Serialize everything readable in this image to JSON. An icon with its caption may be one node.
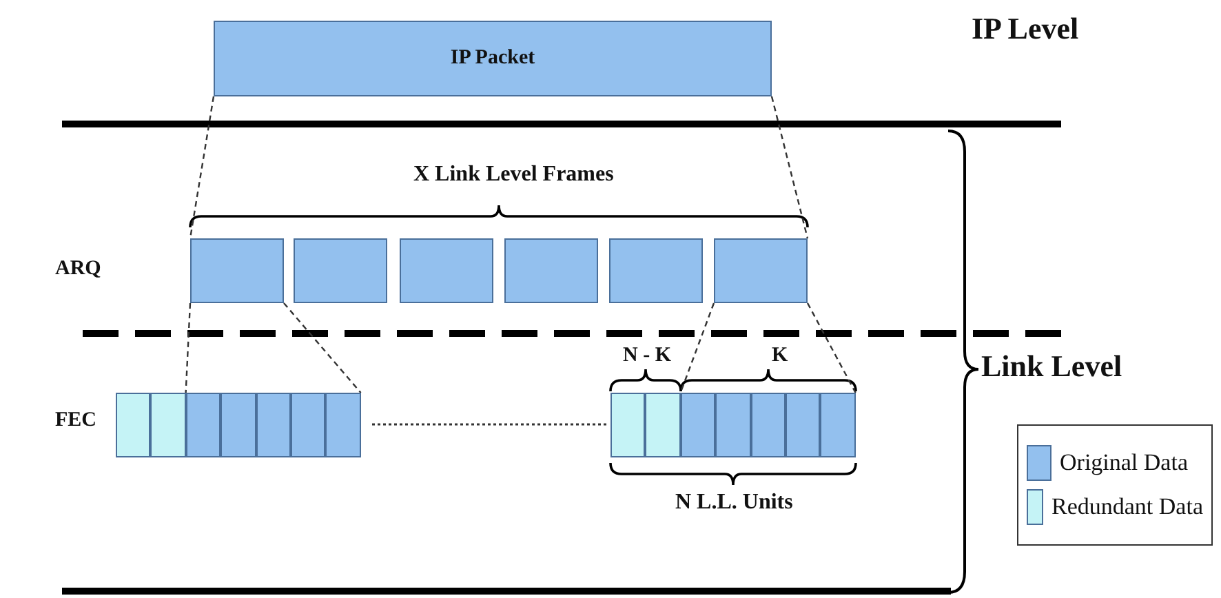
{
  "diagram": {
    "nodes": [
      {
        "text": [
          "IP Packet"
        ]
      },
      {
        "text": [],
        "shape": "box"
      },
      {
        "text": [],
        "shape": "box"
      },
      {
        "text": [],
        "shape": "box"
      },
      {
        "text": [],
        "shape": "box"
      },
      {
        "text": [],
        "shape": "box"
      },
      {
        "text": [],
        "shape": "box"
      },
      {
        "text": [],
        "shape": "box"
      },
      {
        "text": [],
        "shape": "box"
      },
      {
        "text": [],
        "shape": "box"
      },
      {
        "text": [],
        "shape": "box"
      },
      {
        "text": [],
        "shape": "box"
      },
      {
        "text": [],
        "shape": "box"
      },
      {
        "text": [],
        "shape": "box"
      },
      {
        "text": [],
        "shape": "box"
      },
      {
        "text": [],
        "shape": "box"
      },
      {
        "text": [],
        "shape": "box"
      },
      {
        "text": [],
        "shape": "box"
      },
      {
        "text": [],
        "shape": "box"
      },
      {
        "text": [],
        "shape": "box"
      },
      {
        "text": [],
        "shape": "box"
      }
    ],
    "edges": [
      {
        "from": 0,
        "to": 1,
        "arrow": "none",
        "style": "dashed"
      },
      {
        "from": 0,
        "to": 6,
        "arrow": "none",
        "style": "dashed"
      },
      {
        "from": 1,
        "to": 9,
        "arrow": "none",
        "style": "dashed"
      },
      {
        "from": 1,
        "to": 13,
        "arrow": "none",
        "style": "dashed"
      },
      {
        "from": 6,
        "to": 16,
        "arrow": "none",
        "style": "dashed"
      },
      {
        "from": 6,
        "to": 20,
        "arrow": "none",
        "style": "dashed"
      }
    ],
    "labels": [
      "IP Level",
      "X Link Level Frames",
      "ARQ",
      "Link Level",
      "N - K",
      "K",
      "FEC",
      "N L.L. Units"
    ],
    "legend": [
      {
        "text": "Original Data",
        "color": "#93c0ee"
      },
      {
        "text": "Redundant Data",
        "color": "#c5f3f6"
      }
    ]
  }
}
